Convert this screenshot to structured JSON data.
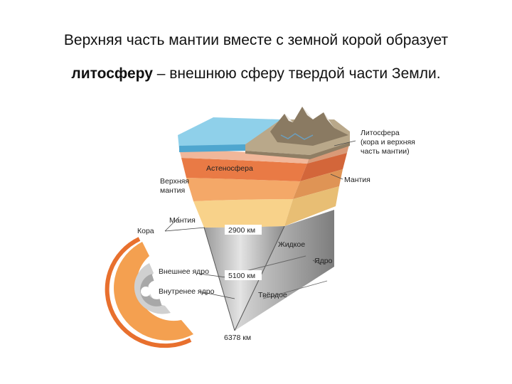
{
  "heading": {
    "line1": "Верхняя часть мантии вместе с земной корой образует",
    "line2_bold": "литосферу",
    "line2_rest": " – внешнюю сферу твердой части Земли."
  },
  "diagram": {
    "labels": {
      "lithosphere_1": "Литосфера",
      "lithosphere_2": "(кора и верхняя",
      "lithosphere_3": "часть мантии)",
      "asthenosphere": "Астеносфера",
      "upper_mantle_1": "Верхняя",
      "upper_mantle_2": "мантия",
      "mantle_left": "Мантия",
      "mantle_right": "Мантия",
      "crust": "Кора",
      "depth_2900": "2900 км",
      "liquid": "Жидкое",
      "core": "Ядро",
      "outer_core": "Внешнее ядро",
      "depth_5100": "5100 км",
      "inner_core": "Внутренее ядро",
      "solid": "Твёрдое",
      "depth_6378": "6378 км"
    },
    "colors": {
      "ocean": "#8fd0ea",
      "crust": "#b9a88a",
      "asthenosphere": "#e97a45",
      "upper_mantle": "#f4a868",
      "mantle": "#f8d28a",
      "core": "#c9c9c9"
    }
  }
}
